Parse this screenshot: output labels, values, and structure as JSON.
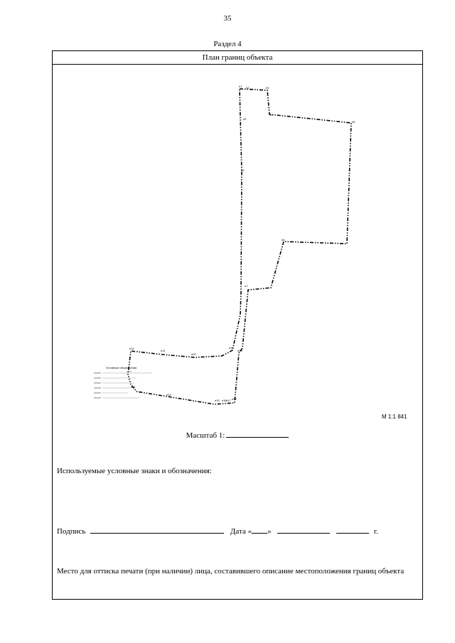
{
  "page": {
    "number": "35",
    "section_title": "Раздел 4"
  },
  "plan": {
    "header": "План границ объекта",
    "map_scale": "М 1:1 841",
    "legend_heading": "Условные обозначения",
    "point_labels": [
      "н1",
      "н2",
      "н3",
      "н4",
      "н5",
      "н6",
      "н7",
      "н8",
      "н9",
      "н10",
      "н11",
      "н12",
      "н13",
      "н14",
      "н15",
      "н16",
      "н17",
      "н18",
      "н19",
      "н20",
      "н21"
    ],
    "boundary_color": "#000000"
  },
  "form": {
    "scale_label": "Масштаб 1:",
    "legend_label": "Используемые условные знаки и обозначения:",
    "signature_label": "Подпись",
    "date_label": "Дата «",
    "date_close": "»",
    "year_suffix": "г.",
    "stamp_text": "Место для оттиска печати (при наличии) лица, составившего описание местоположения границ объекта"
  }
}
